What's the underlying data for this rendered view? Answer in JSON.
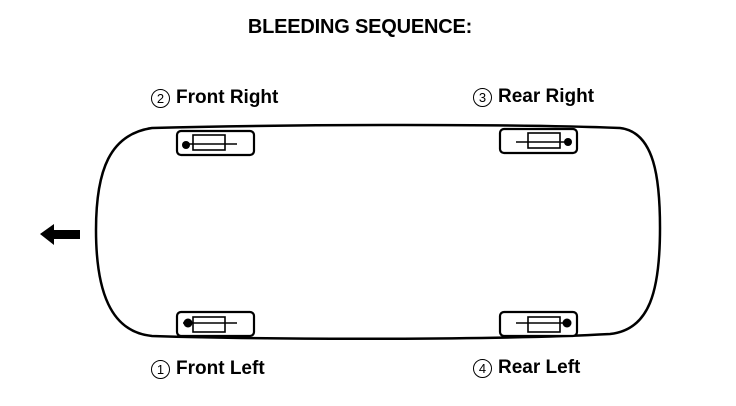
{
  "title": "BLEEDING SEQUENCE:",
  "wheels": [
    {
      "order": "2",
      "name": "Front Right"
    },
    {
      "order": "3",
      "name": "Rear Right"
    },
    {
      "order": "1",
      "name": "Front Left"
    },
    {
      "order": "4",
      "name": "Rear Left"
    }
  ],
  "direction_arrow": "arrow-left-icon"
}
